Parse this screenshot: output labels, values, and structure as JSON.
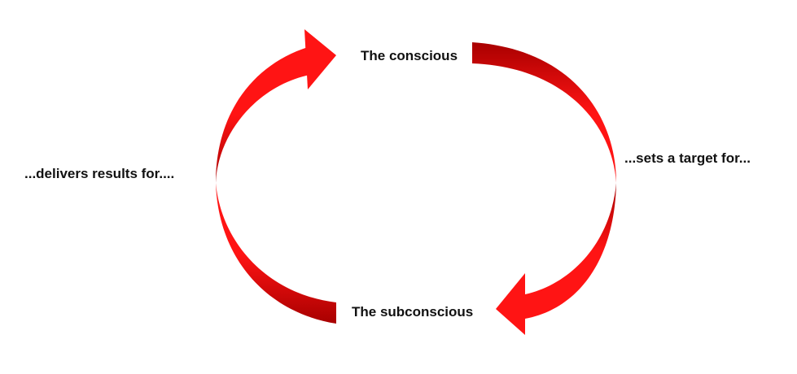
{
  "nodes": {
    "top": "The conscious",
    "bottom": "The subconscious",
    "right_edge": "...sets a target for...",
    "left_edge": "...delivers results for...."
  },
  "colors": {
    "arrow_dark": "#a80000",
    "arrow_bright": "#ff1414"
  }
}
